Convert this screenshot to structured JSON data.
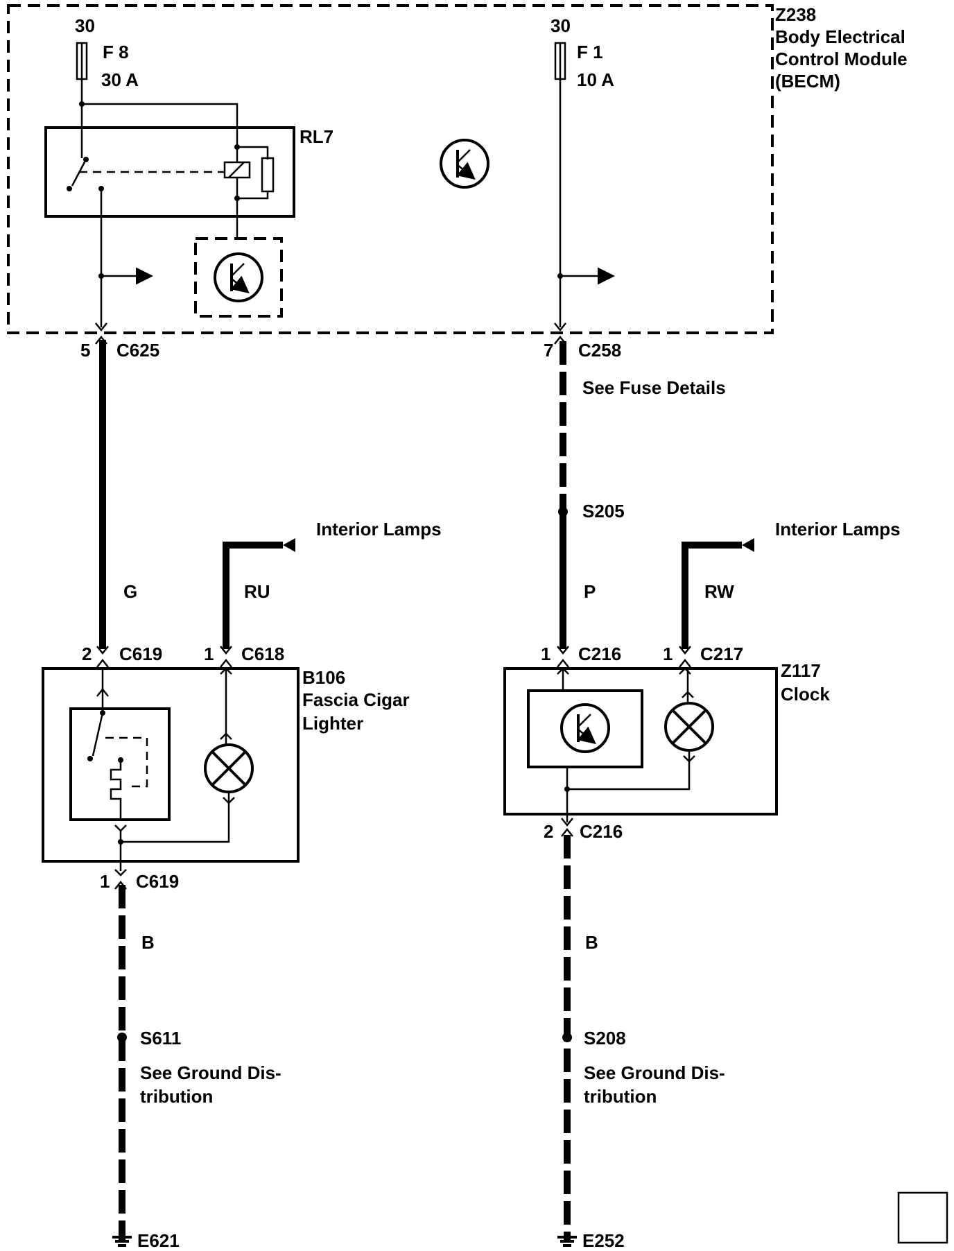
{
  "module": {
    "id": "Z238",
    "name_line1": "Body Electrical",
    "name_line2": "Control Module",
    "name_line3": "(BECM)"
  },
  "relay": {
    "id": "RL7"
  },
  "fuse_left": {
    "terminal": "30",
    "id": "F 8",
    "rating": "30 A"
  },
  "fuse_right": {
    "terminal": "30",
    "id": "F 1",
    "rating": "10 A"
  },
  "left_circuit": {
    "top_pin": "5",
    "top_connector": "C625",
    "wire_color": "G",
    "lighter_pin_a": "2",
    "lighter_conn_a": "C619",
    "lamp_pin": "1",
    "lamp_conn": "C618",
    "lamp_wire_color": "RU",
    "lamp_feed": "Interior Lamps",
    "component_id": "B106",
    "component_line1": "Fascia Cigar",
    "component_line2": "Lighter",
    "bottom_pin": "1",
    "bottom_connector": "C619",
    "ground_wire_color": "B",
    "splice": "S611",
    "ground_note_line1": "See Ground Dis-",
    "ground_note_line2": "tribution",
    "ground": "E621"
  },
  "right_circuit": {
    "top_pin": "7",
    "top_connector": "C258",
    "fuse_note": "See Fuse Details",
    "splice_top": "S205",
    "wire_color": "P",
    "clock_pin_a": "1",
    "clock_conn_a": "C216",
    "lamp_pin": "1",
    "lamp_conn": "C217",
    "lamp_wire_color": "RW",
    "lamp_feed": "Interior Lamps",
    "component_id": "Z117",
    "component_name": "Clock",
    "bottom_pin": "2",
    "bottom_connector": "C216",
    "ground_wire_color": "B",
    "splice": "S208",
    "ground_note_line1": "See Ground Dis-",
    "ground_note_line2": "tribution",
    "ground": "E252"
  }
}
